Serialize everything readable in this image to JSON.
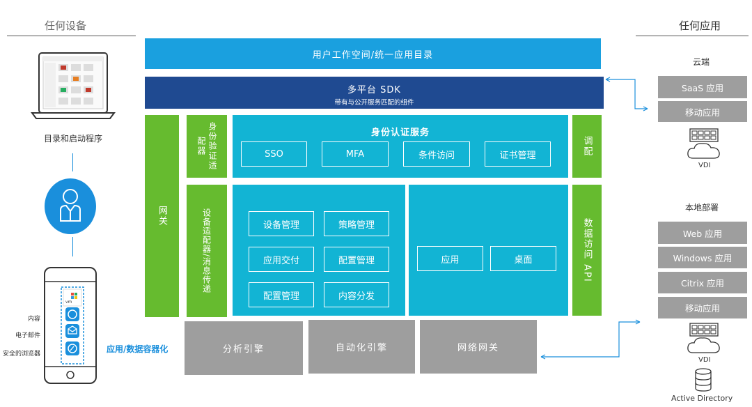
{
  "left": {
    "heading": "任何设备",
    "laptop_caption": "目录和启动程序",
    "phone_labels": [
      "内容",
      "电子邮件",
      "安全的浏览器"
    ],
    "phone_badge": "vm"
  },
  "right": {
    "heading": "任何应用",
    "cloud_label": "云端",
    "cloud_apps": [
      "SaaS 应用",
      "移动应用"
    ],
    "cloud_vdi": "VDI",
    "onprem_label": "本地部署",
    "onprem_apps": [
      "Web 应用",
      "Windows 应用",
      "Citrix 应用",
      "移动应用"
    ],
    "onprem_vdi": "VDI",
    "ad_label": "Active Directory"
  },
  "center": {
    "workspace": "用户工作空间/统一应用目录",
    "sdk_title": "多平台 SDK",
    "sdk_subtitle": "带有与公开服务匹配的组件",
    "gateway": "网关",
    "auth_adapter": "身份验证适配器",
    "identity_title": "身份认证服务",
    "identity_items": [
      "SSO",
      "MFA",
      "条件访问",
      "证书管理"
    ],
    "adapt": "调配",
    "device_adapter": "设备适配器/消息传递",
    "device_items": [
      "设备管理",
      "策略管理",
      "应用交付",
      "配置管理",
      "配置管理",
      "内容分发"
    ],
    "app_items": [
      "应用",
      "桌面"
    ],
    "data_api": "数据访问 API",
    "container": "应用/数据容器化",
    "bottom_items": [
      "分析引擎",
      "自动化引擎",
      "网络网关"
    ]
  },
  "colors": {
    "blue": "#1aa0df",
    "navy": "#1f4a91",
    "green": "#66bb2f",
    "teal": "#12b4d4",
    "grey": "#9e9e9e",
    "person": "#1a8fdc"
  }
}
